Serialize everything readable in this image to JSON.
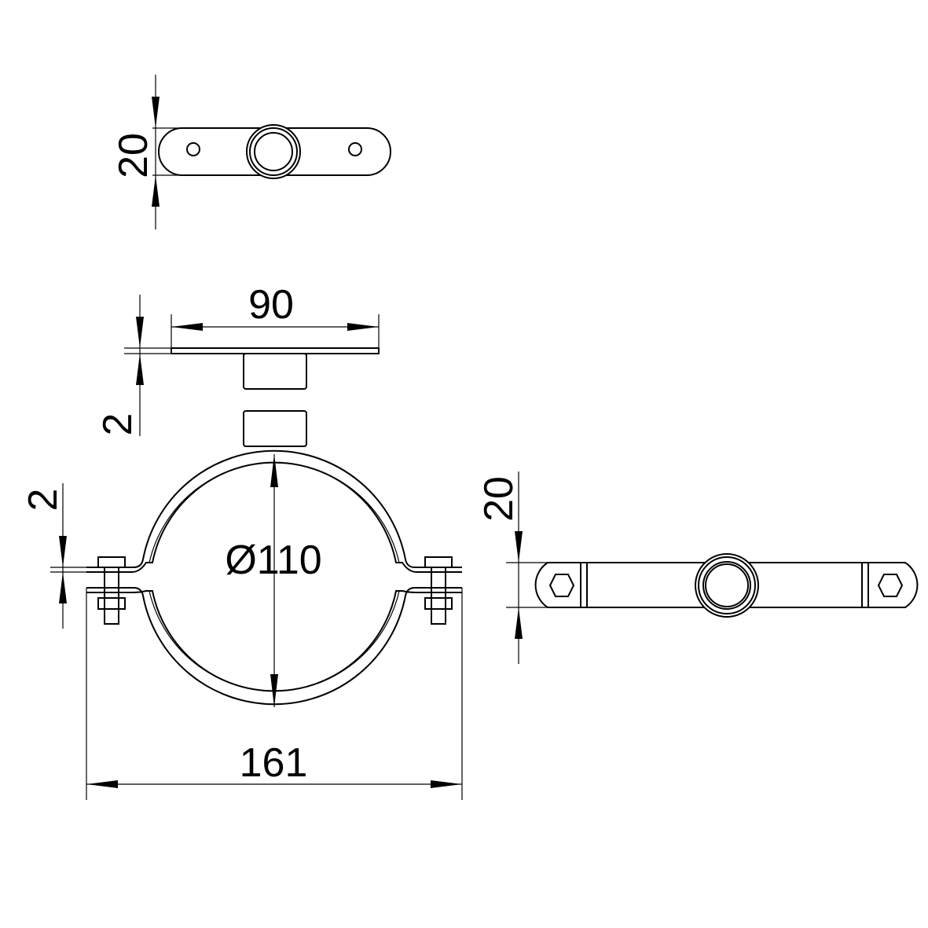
{
  "drawing": {
    "line_color": "#000000",
    "background": "#ffffff",
    "views": {
      "top_view": {
        "dimension_height": "20"
      },
      "front_view": {
        "plate_width": "90",
        "plate_thickness": "2",
        "pipe_diameter": "Ø110",
        "flange_thickness": "2",
        "overall_width": "161"
      },
      "side_view": {
        "dimension_height": "20"
      }
    }
  }
}
